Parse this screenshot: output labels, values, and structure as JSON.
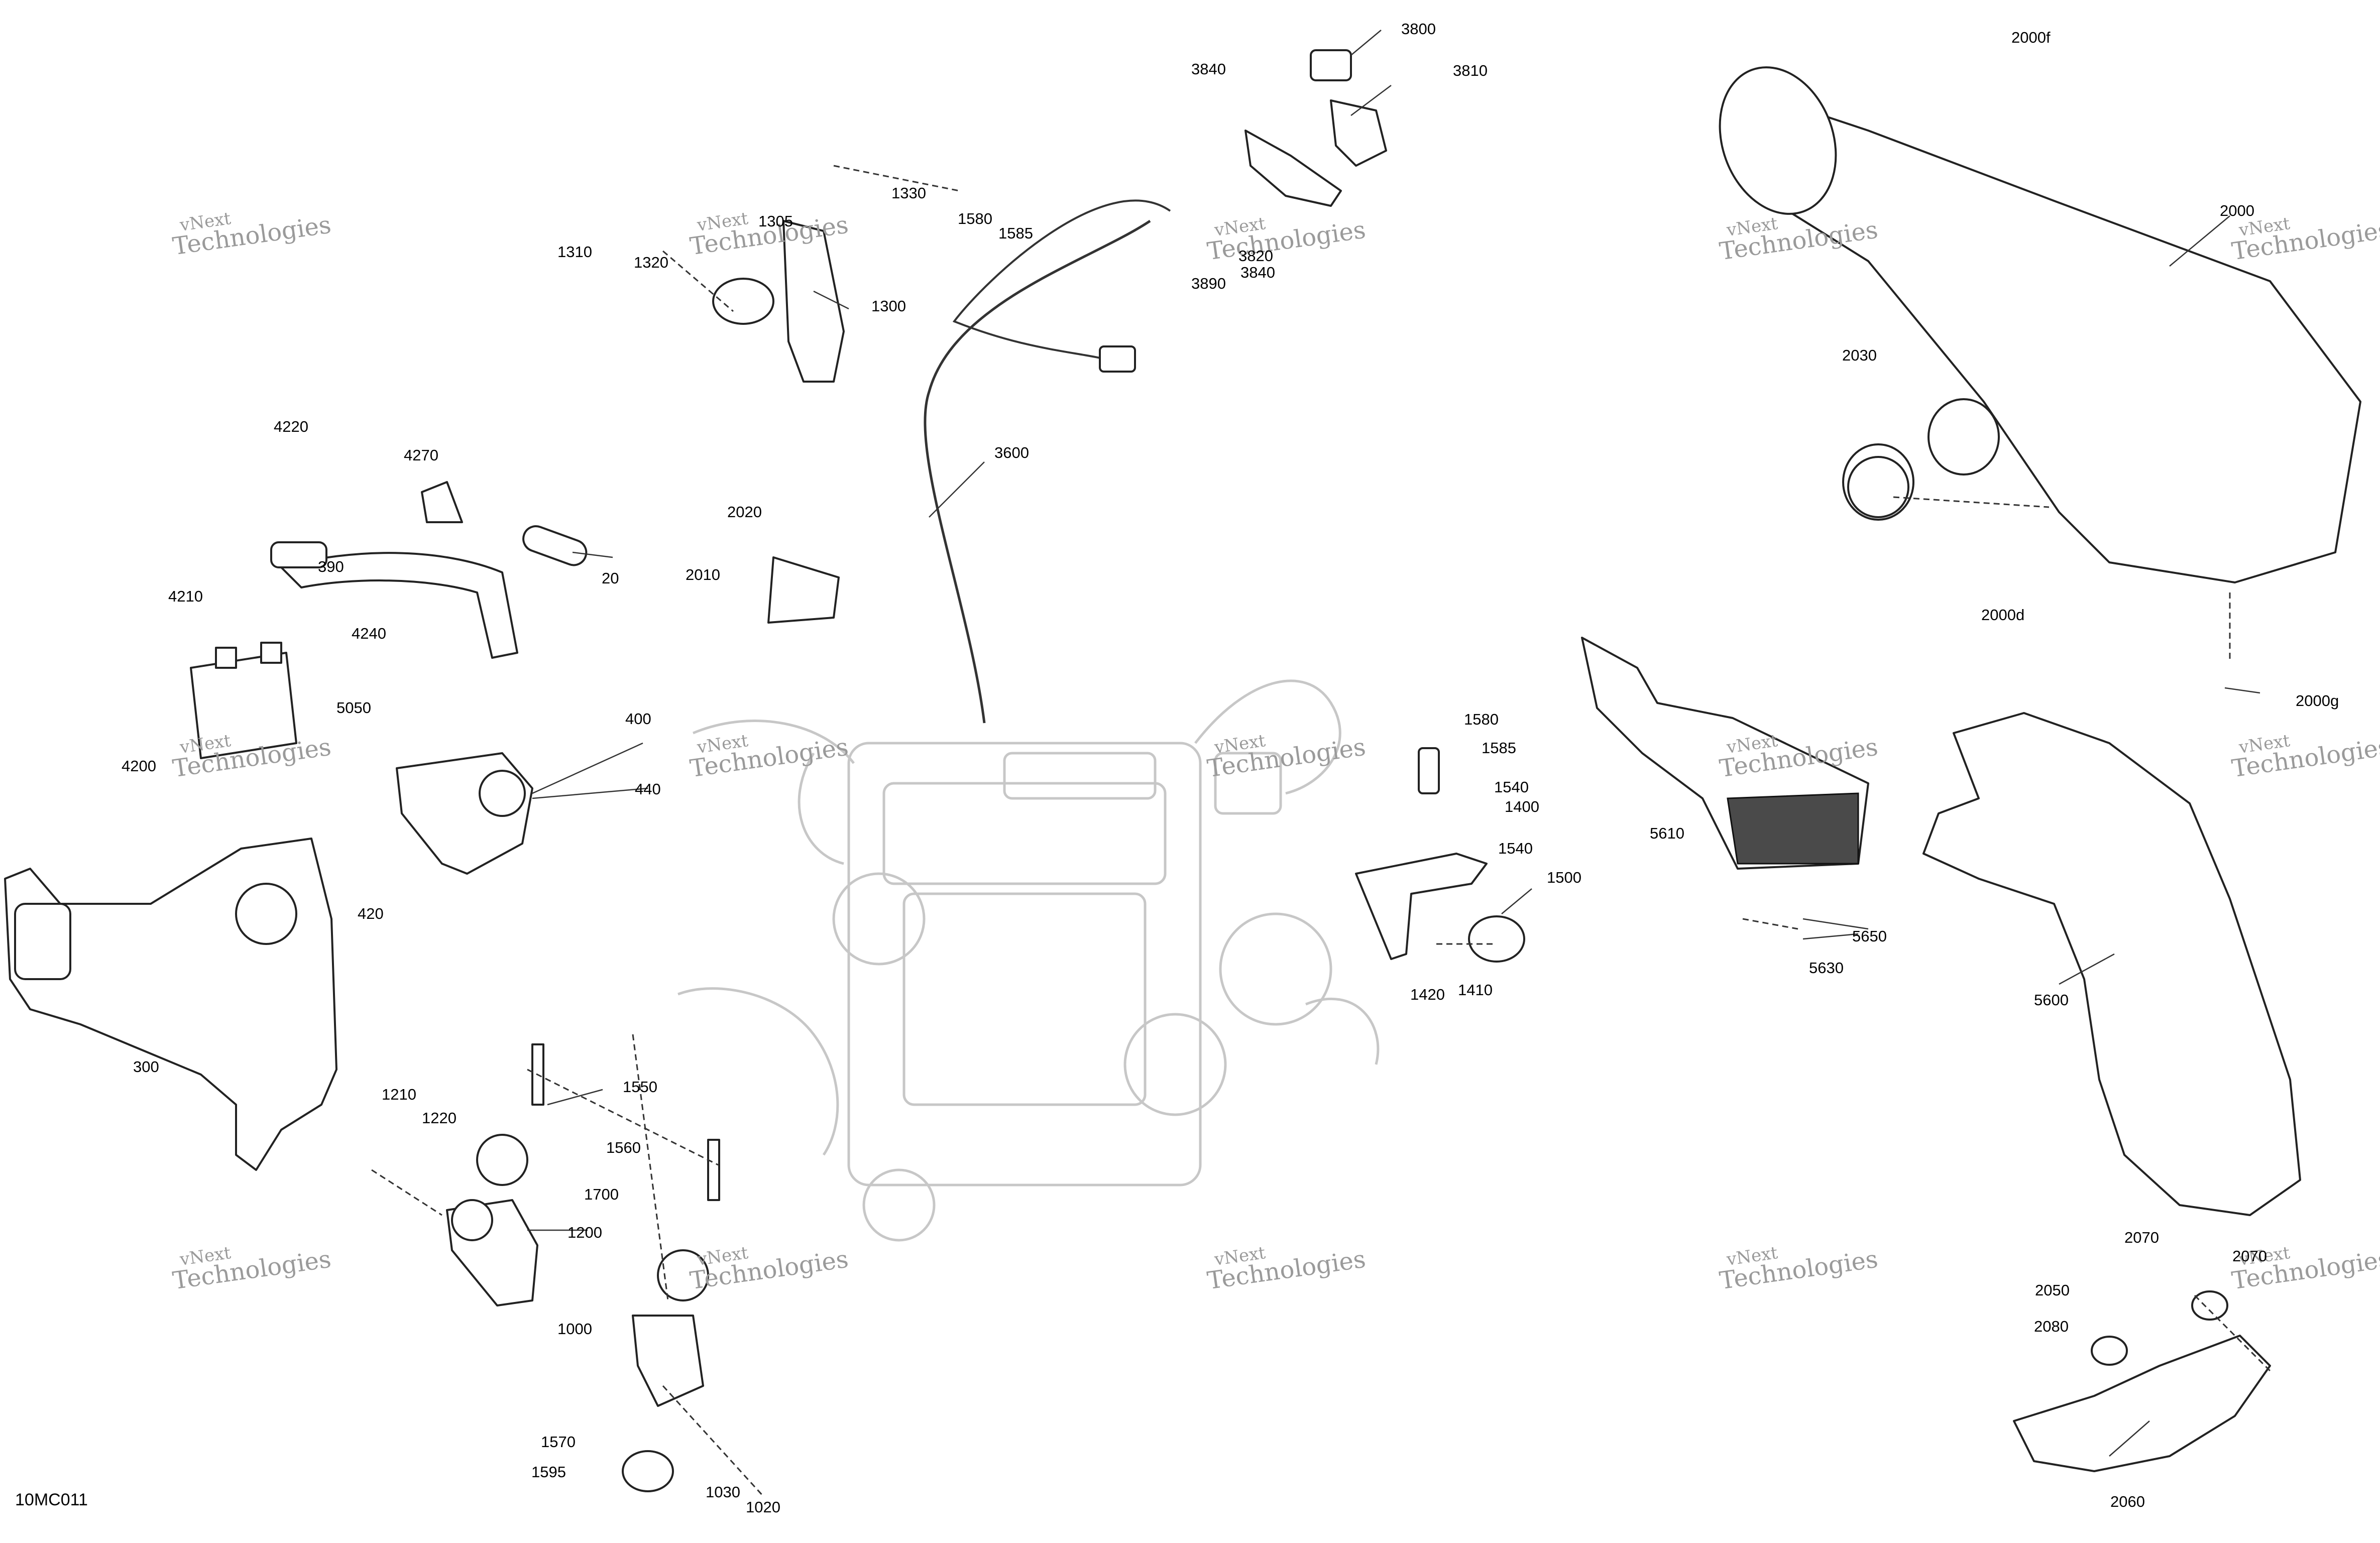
{
  "diagram": {
    "page_code": "10MC011",
    "watermark": {
      "line1": "vNext",
      "line2": "Technologies",
      "small": "vNext Technologies"
    },
    "part_labels": [
      "20",
      "300",
      "390",
      "400",
      "420",
      "440",
      "1000",
      "1020",
      "1030",
      "1200",
      "1210",
      "1220",
      "1300",
      "1305",
      "1310",
      "1320",
      "1330",
      "1400",
      "1410",
      "1420",
      "1500",
      "1540",
      "1540",
      "1550",
      "1560",
      "1570",
      "1580",
      "1580",
      "1585",
      "1585",
      "1595",
      "1700",
      "2000",
      "2000d",
      "2000f",
      "2000g",
      "2010",
      "2020",
      "2030",
      "2050",
      "2060",
      "2070",
      "2070",
      "2080",
      "3600",
      "3800",
      "3810",
      "3820",
      "3840",
      "3840",
      "3890",
      "4200",
      "4210",
      "4220",
      "4240",
      "4270",
      "5050",
      "5600",
      "5610",
      "5630",
      "5650"
    ]
  }
}
